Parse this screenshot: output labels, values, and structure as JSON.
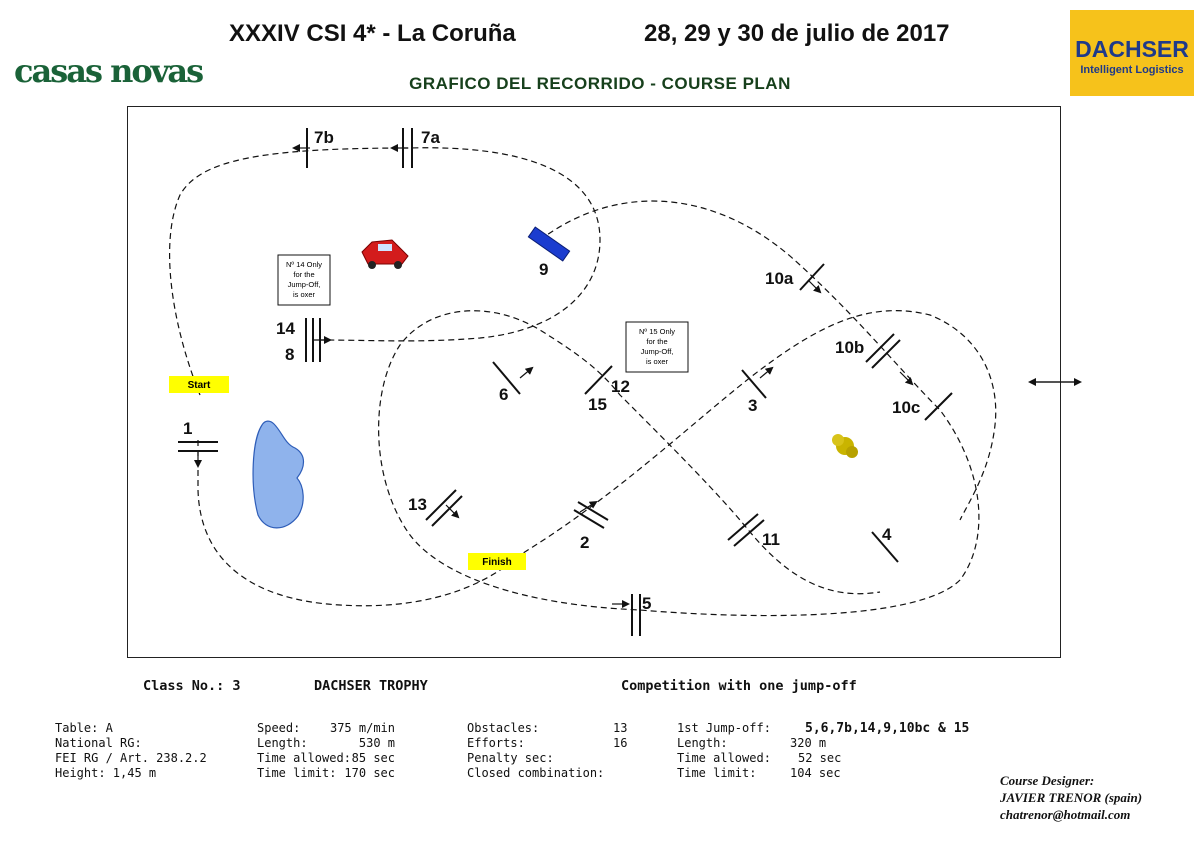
{
  "header": {
    "event": "XXXIV CSI 4* - La Coruña",
    "dates": "28, 29 y 30 de julio de 2017",
    "subtitle": "GRAFICO DEL RECORRIDO - COURSE PLAN",
    "sponsor_left": "casas novas",
    "sponsor_right_name": "DACHSER",
    "sponsor_right_tagline": "Intelligent Logistics"
  },
  "course": {
    "start_label": "Start",
    "finish_label": "Finish",
    "notes": [
      [
        "Nº 14 Only",
        "for the",
        "Jump-Off,",
        "is oxer"
      ],
      [
        "Nº 15 Only",
        "for the",
        "Jump-Off,",
        "is oxer"
      ]
    ],
    "obstacle_labels": [
      "1",
      "2",
      "3",
      "4",
      "5",
      "6",
      "7a",
      "7b",
      "14",
      "8",
      "9",
      "10a",
      "10b",
      "10c",
      "11",
      "12",
      "15",
      "13"
    ]
  },
  "info": {
    "class_no": "Class No.: 3",
    "trophy": "DACHSER TROPHY",
    "competition": "Competition with one jump-off"
  },
  "table": {
    "col1": [
      "Table: A",
      "National RG:",
      "FEI RG / Art. 238.2.2",
      "Height: 1,45 m"
    ],
    "col2_labels": [
      "Speed:",
      "Length:",
      "Time allowed:",
      "Time limit:"
    ],
    "col2_values": [
      "375 m/min",
      "530 m",
      "85 sec",
      "170 sec"
    ],
    "col3_labels": [
      "Obstacles:",
      "Efforts:",
      "Penalty sec:",
      "Closed combination:"
    ],
    "col3_values": [
      "13",
      "16",
      "",
      ""
    ],
    "col4_labels": [
      "1st Jump-off:",
      "Length:",
      "Time allowed:",
      "Time limit:"
    ],
    "col4_values": [
      "5,6,7b,14,9,10bc & 15",
      "320 m",
      "52 sec",
      "104 sec"
    ]
  },
  "designer": {
    "title": "Course Designer:",
    "name": "JAVIER TRENOR (spain)",
    "email": "chatrenor@hotmail.com"
  },
  "colors": {
    "label_yellow": "#ffff00",
    "brand_green": "#1a6238",
    "dachser_yellow": "#f6c21b",
    "dachser_blue": "#1f3a8a",
    "jump9_blue": "#1b3ccf"
  }
}
